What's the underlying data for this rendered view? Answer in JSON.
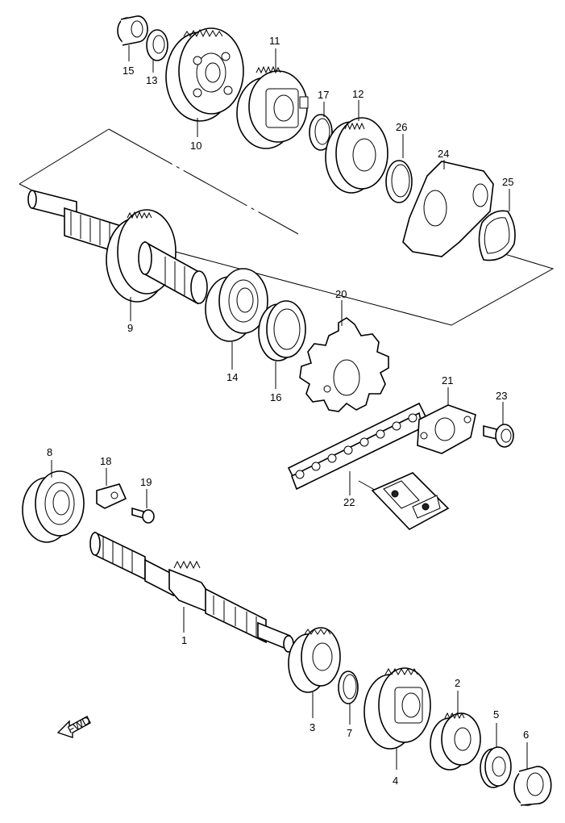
{
  "callouts": {
    "p1": "1",
    "p2": "2",
    "p3": "3",
    "p4": "4",
    "p5": "5",
    "p6": "6",
    "p7": "7",
    "p8": "8",
    "p9": "9",
    "p10": "10",
    "p11": "11",
    "p12": "12",
    "p13": "13",
    "p14": "14",
    "p15": "15",
    "p16": "16",
    "p17": "17",
    "p18": "18",
    "p19": "19",
    "p20": "20",
    "p21": "21",
    "p22": "22",
    "p23": "23",
    "p24": "24",
    "p25": "25",
    "p26": "26"
  },
  "fwd_label": "FWD"
}
